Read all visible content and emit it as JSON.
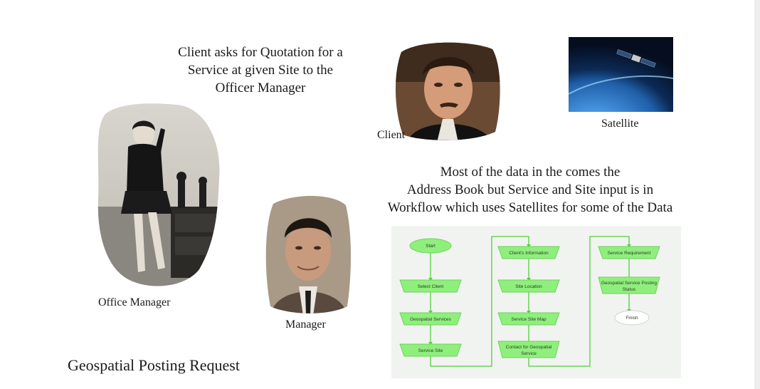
{
  "intro_caption": {
    "line1": "Client asks for Quotation for a",
    "line2": "Service at given Site to the",
    "line3": "Officer Manager"
  },
  "labels": {
    "client": "Client",
    "satellite": "Satellite",
    "office_manager": "Office Manager",
    "manager": "Manager"
  },
  "data_caption": {
    "line1": "Most of the data in the comes the",
    "line2": "Address Book but Service and Site input is in",
    "line3": "Workflow which uses Satellites for some of the Data"
  },
  "page_title": "Geospatial Posting Request",
  "flowchart": {
    "start": "Start",
    "col1": [
      "Select Client",
      "Geospatial Services",
      "Service Site"
    ],
    "col2": [
      "Client's Information",
      "Site Location",
      "Service Site Map",
      "Contact for Geospatial",
      "Service"
    ],
    "col3": [
      "Service Requirement",
      "Geospatial Service Posting",
      "Status"
    ],
    "finish": "Finish"
  },
  "colors": {
    "node_fill": "#8fef7c",
    "node_stroke": "#6fd25c",
    "connector": "#4fcf3a",
    "terminal_fill": "#8fef7c",
    "finish_fill": "#ffffff"
  }
}
